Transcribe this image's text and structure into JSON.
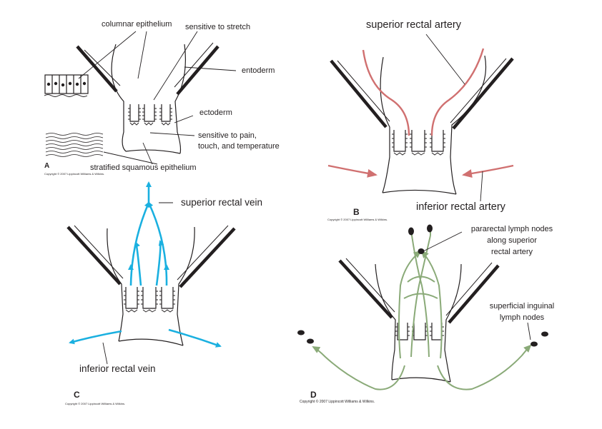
{
  "panels": {
    "a": {
      "letter": "A",
      "labels": {
        "columnar": "columnar epithelium",
        "stretch": "sensitive to stretch",
        "entoderm": "entoderm",
        "ectoderm": "ectoderm",
        "pain_1": "sensitive to pain,",
        "pain_2": "touch, and temperature",
        "squamous": "stratified squamous epithelium"
      },
      "copyright": "Copyright © 2007 Lippincott Williams & Wilkins."
    },
    "b": {
      "letter": "B",
      "labels": {
        "superior": "superior rectal artery",
        "inferior": "inferior rectal artery"
      },
      "copyright": "Copyright © 2007 Lippincott Williams & Wilkins."
    },
    "c": {
      "letter": "C",
      "labels": {
        "superior": "superior rectal vein",
        "inferior": "inferior rectal vein"
      },
      "copyright": "Copyright © 2007 Lippincott Williams & Wilkins."
    },
    "d": {
      "letter": "D",
      "labels": {
        "pararectal_1": "pararectal lymph nodes",
        "pararectal_2": "along superior",
        "pararectal_3": "rectal artery",
        "inguinal_1": "superficial inguinal",
        "inguinal_2": "lymph nodes"
      },
      "copyright": "Copyright © 2007 Lippincott Williams & Wilkins."
    }
  },
  "colors": {
    "ink": "#231f20",
    "artery": "#d07070",
    "vein": "#1ab0e0",
    "lymph": "#8aaa78"
  }
}
